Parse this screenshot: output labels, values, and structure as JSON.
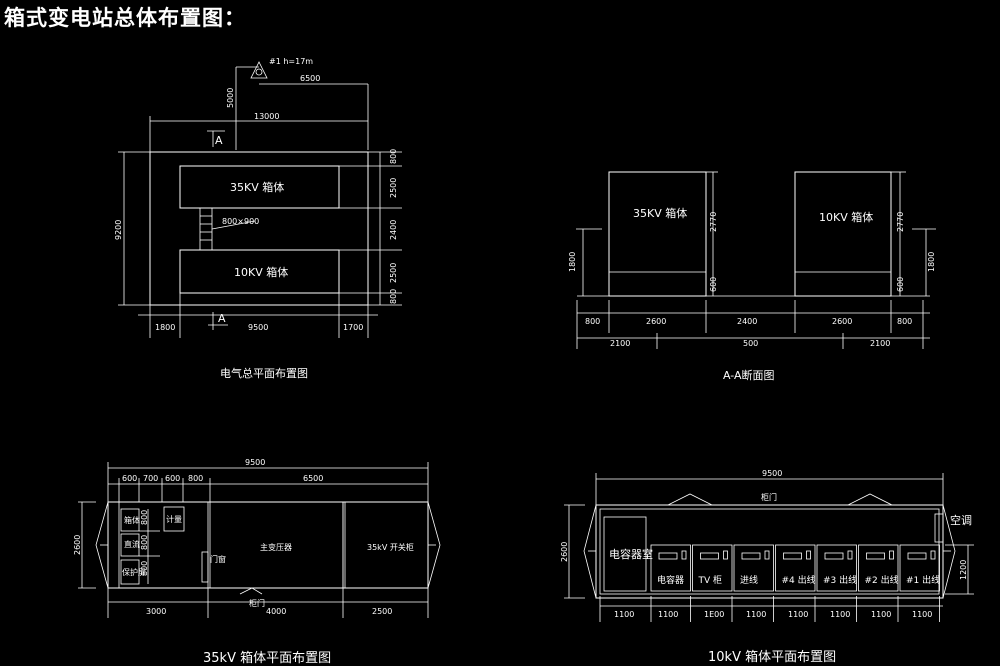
{
  "title": "箱式变电站总体布置图：",
  "plan": {
    "pole": "#1 h=17m",
    "dims": {
      "d6500": "6500",
      "d5000": "5000",
      "d13000": "13000",
      "d9200": "9200",
      "d800a": "800",
      "d2500a": "2500",
      "d2400": "2400",
      "d2500b": "2500",
      "d800b": "800",
      "d1800": "1800",
      "d9500": "9500",
      "d1700": "1700"
    },
    "sectionA": "A",
    "box35": "35KV 箱体",
    "box10": "10KV 箱体",
    "trench": "800×900",
    "caption": "电气总平面布置图"
  },
  "section": {
    "box35": "35KV 箱体",
    "box10": "10KV 箱体",
    "dims": {
      "h2770a": "2770",
      "h2770b": "2770",
      "h600a": "600",
      "h600b": "600",
      "h1800a": "1800",
      "h1800b": "1800",
      "w800a": "800",
      "w2600a": "2600",
      "w2400": "2400",
      "w2600b": "2600",
      "w800b": "800",
      "w2100a": "2100",
      "w500": "500",
      "w2100b": "2100"
    },
    "caption": "A-A断面图"
  },
  "box35plan": {
    "dims": {
      "top9500": "9500",
      "t600": "600",
      "t700": "700",
      "t600b": "600",
      "t800": "800",
      "t6500": "6500",
      "left2600": "2600",
      "b3000": "3000",
      "b4000": "4000",
      "b2500": "2500",
      "v800a": "800",
      "v800b": "800",
      "v800c": "800"
    },
    "cells": [
      "箱体",
      "直流",
      "保护屏",
      "计量"
    ],
    "transformer": "主变压器",
    "switchgear": "35kV 开关柜",
    "gate": "门窗",
    "door": "柜门",
    "caption": "35kV 箱体平面布置图"
  },
  "box10plan": {
    "dims": {
      "top9500": "9500",
      "left2600": "2600",
      "right1200": "1200",
      "b1100a": "1100",
      "b1100b": "1100",
      "b1e00": "1E00",
      "b1100c": "1100",
      "b1100d": "1100",
      "b1100e": "1100",
      "b1100f": "1100",
      "b1100g": "1100"
    },
    "door": "柜门",
    "room": "电容器室",
    "ac": "空调",
    "panels": [
      "电容器",
      "TV 柜",
      "进线",
      "#4 出线",
      "#3 出线",
      "#2 出线",
      "#1 出线"
    ],
    "caption": "10kV 箱体平面布置图"
  }
}
